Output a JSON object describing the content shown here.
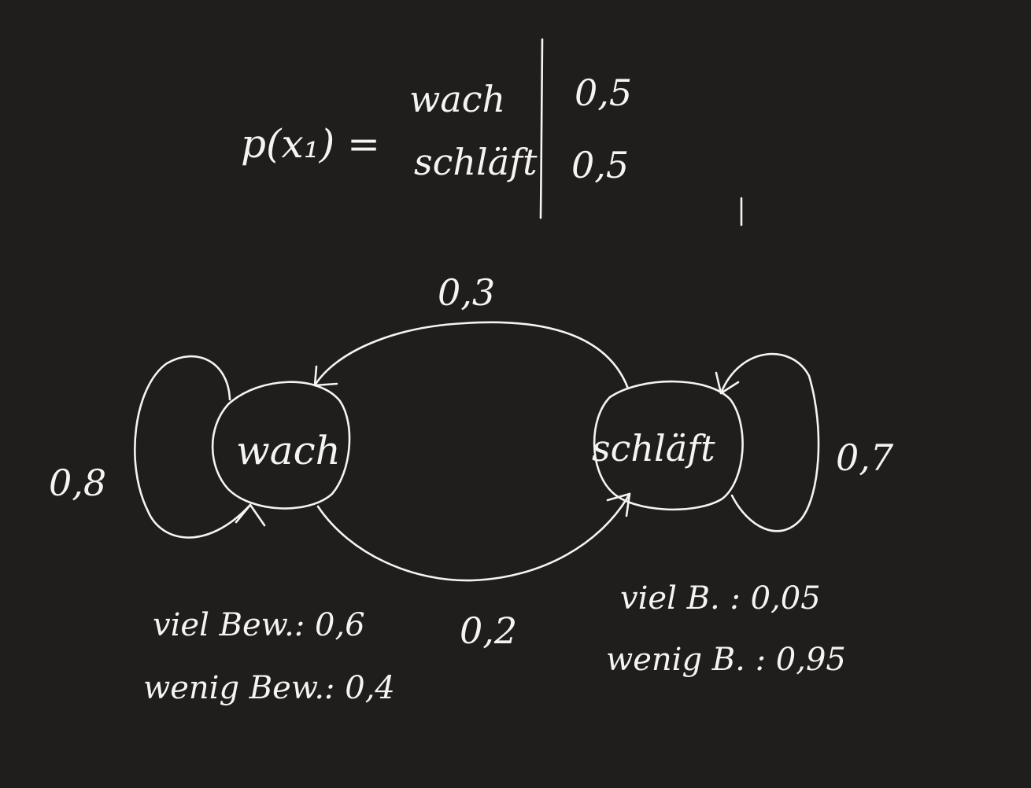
{
  "prior": {
    "label": "p(x₁) =",
    "rows": [
      {
        "state": "wach",
        "value": "0,5"
      },
      {
        "state": "schläft",
        "value": "0,5"
      }
    ]
  },
  "states": {
    "awake": "wach",
    "asleep": "schläft"
  },
  "transitions": {
    "awake_to_awake": "0,8",
    "asleep_to_awake": "0,3",
    "awake_to_asleep": "0,2",
    "asleep_to_asleep": "0,7"
  },
  "emissions": {
    "awake": {
      "line1": "viel Bew.: 0,6",
      "line2": "wenig Bew.: 0,4"
    },
    "asleep": {
      "line1": "viel B. : 0,05",
      "line2": "wenig B. : 0,95"
    }
  },
  "colors": {
    "background": "#1f1e1d",
    "ink": "#f4f4f2"
  }
}
